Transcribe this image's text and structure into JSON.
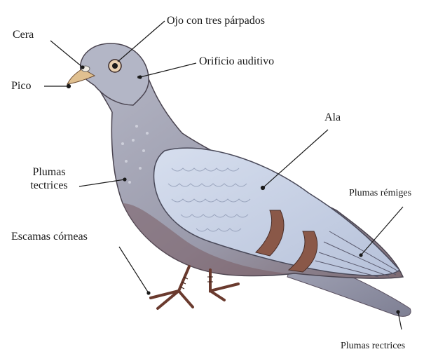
{
  "labels": {
    "cera": "Cera",
    "pico": "Pico",
    "ojo": "Ojo con tres párpados",
    "orificio": "Orificio auditivo",
    "ala": "Ala",
    "tectrices_line1": "Plumas",
    "tectrices_line2": "tectrices",
    "remiges": "Plumas rémiges",
    "escamas": "Escamas córneas",
    "rectrices": "Plumas rectrices"
  },
  "colors": {
    "background": "#ffffff",
    "text": "#1a1a1a",
    "leader_line": "#1a1a1a",
    "body_grey": "#a9abb9",
    "wing_light": "#c9d3e6",
    "wing_bar": "#8a5848",
    "beak": "#e0c090",
    "foot": "#8a4a3a"
  },
  "icons": {
    "bird": "pigeon-illustration"
  }
}
